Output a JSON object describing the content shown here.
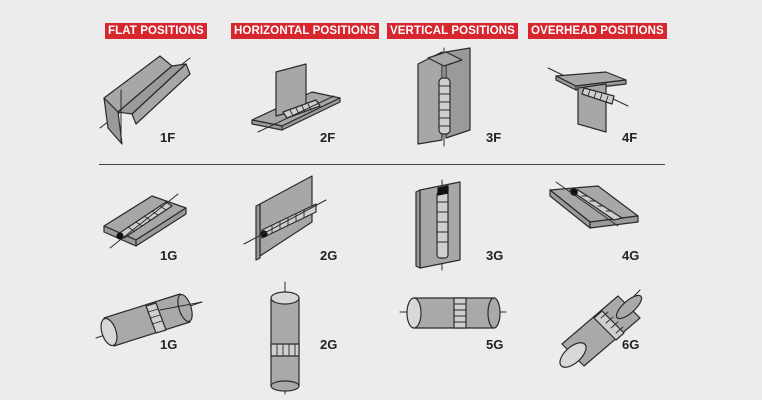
{
  "headers": {
    "flat": "FLAT POSITIONS",
    "horizontal": "HORIZONTAL POSITIONS",
    "vertical": "VERTICAL POSITIONS",
    "overhead": "OVERHEAD POSITIONS"
  },
  "fillet_row": [
    "1F",
    "2F",
    "3F",
    "4F"
  ],
  "groove_row": [
    "1G",
    "2G",
    "3G",
    "4G"
  ],
  "pipe_row": [
    "1G",
    "2G",
    "5G",
    "6G"
  ],
  "colors": {
    "header_bg": "#d7262e",
    "background": "#ececec",
    "metal": "#a7a7a7"
  }
}
